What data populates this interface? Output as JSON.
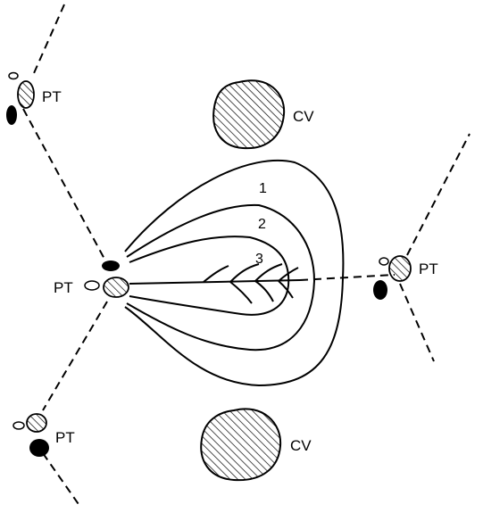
{
  "diagram": {
    "portal_tract_label": "PT",
    "central_vein_label": "CV",
    "zones": [
      "1",
      "2",
      "3"
    ],
    "colors": {
      "ink": "#000000",
      "hatch": "#000000",
      "background": "#ffffff"
    }
  }
}
